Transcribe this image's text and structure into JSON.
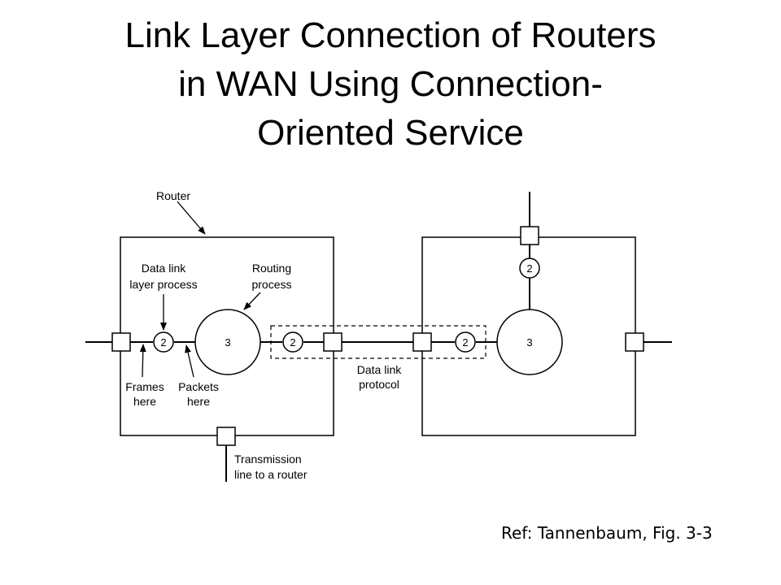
{
  "title": {
    "line1": "Link Layer Connection of Routers",
    "line2": "in WAN Using Connection-",
    "line3": "Oriented Service"
  },
  "diagram": {
    "router_label": "Router",
    "dll_process_line1": "Data link",
    "dll_process_line2": "layer process",
    "routing_process_line1": "Routing",
    "routing_process_line2": "process",
    "frames_line1": "Frames",
    "frames_line2": "here",
    "packets_line1": "Packets",
    "packets_line2": "here",
    "dl_protocol_line1": "Data link",
    "dl_protocol_line2": "protocol",
    "transmission_line1": "Transmission",
    "transmission_line2": "line to a router",
    "dll_number": "2",
    "routing_number": "3"
  },
  "reference": "Ref: Tannenbaum, Fig. 3-3"
}
